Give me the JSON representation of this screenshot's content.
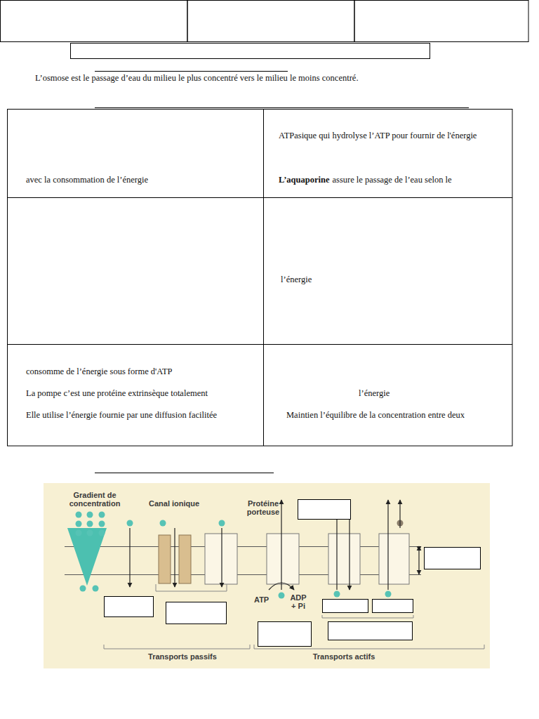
{
  "diagram": {
    "labels": [
      "L’osmose est le passage d’eau du milieu le plus concentré vers le milieu le moins concentré.",
      "ATPasique qui hydrolyse l’ATP pour fournir de l'énergie",
      "avec la consommation de l’énergie",
      "L’aquaporine",
      "assure le passage de l’eau selon le",
      "l’énergie",
      "consomme de l’énergie sous forme d'ATP",
      "La pompe c’est une protéine extrinsèque totalement",
      "l’énergie",
      "Elle utilise l’énergie fournie par une diffusion facilitée",
      "Maintien l’équilibre de la concentration entre deux",
      "Gradient de concentration",
      "Canal ionique",
      "Protéine porteuse",
      "ATP",
      "ADP + Pi",
      "Transports passifs",
      "Transports actifs"
    ]
  }
}
